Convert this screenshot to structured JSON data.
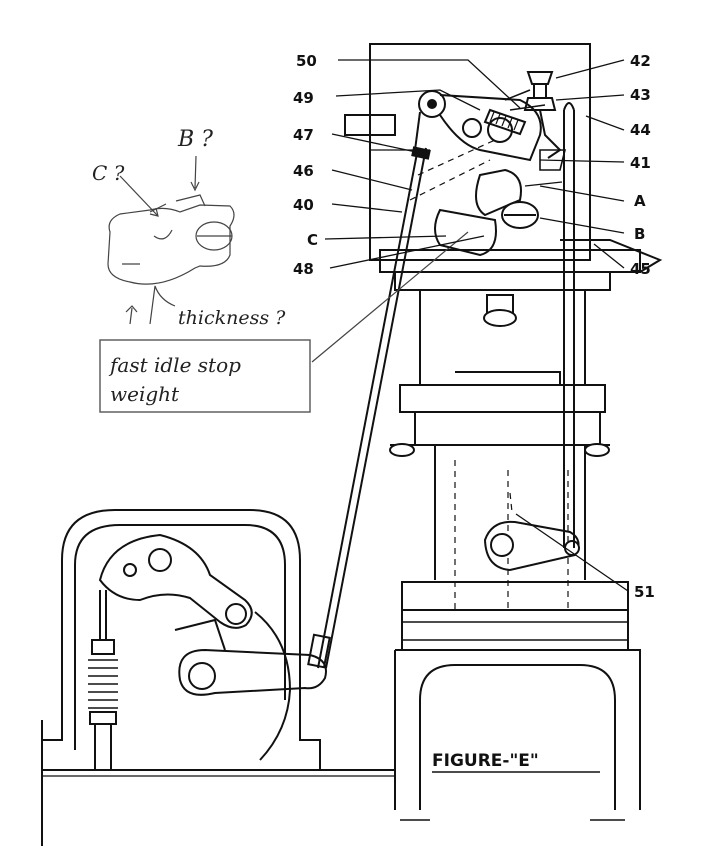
{
  "figure_title": "FIGURE-\"E\"",
  "part_labels": {
    "l50": "50",
    "l49": "49",
    "l47": "47",
    "l46": "46",
    "l40": "40",
    "lC": "C",
    "l48": "48",
    "l42": "42",
    "l43": "43",
    "l44": "44",
    "l41": "41",
    "lA": "A",
    "lB": "B",
    "l45": "45",
    "l51": "51"
  },
  "handwritten": {
    "b_question": "B ?",
    "c_question": "C ?",
    "thickness_question": "thickness ?",
    "note_line1": "fast idle stop",
    "note_line2": "weight"
  }
}
